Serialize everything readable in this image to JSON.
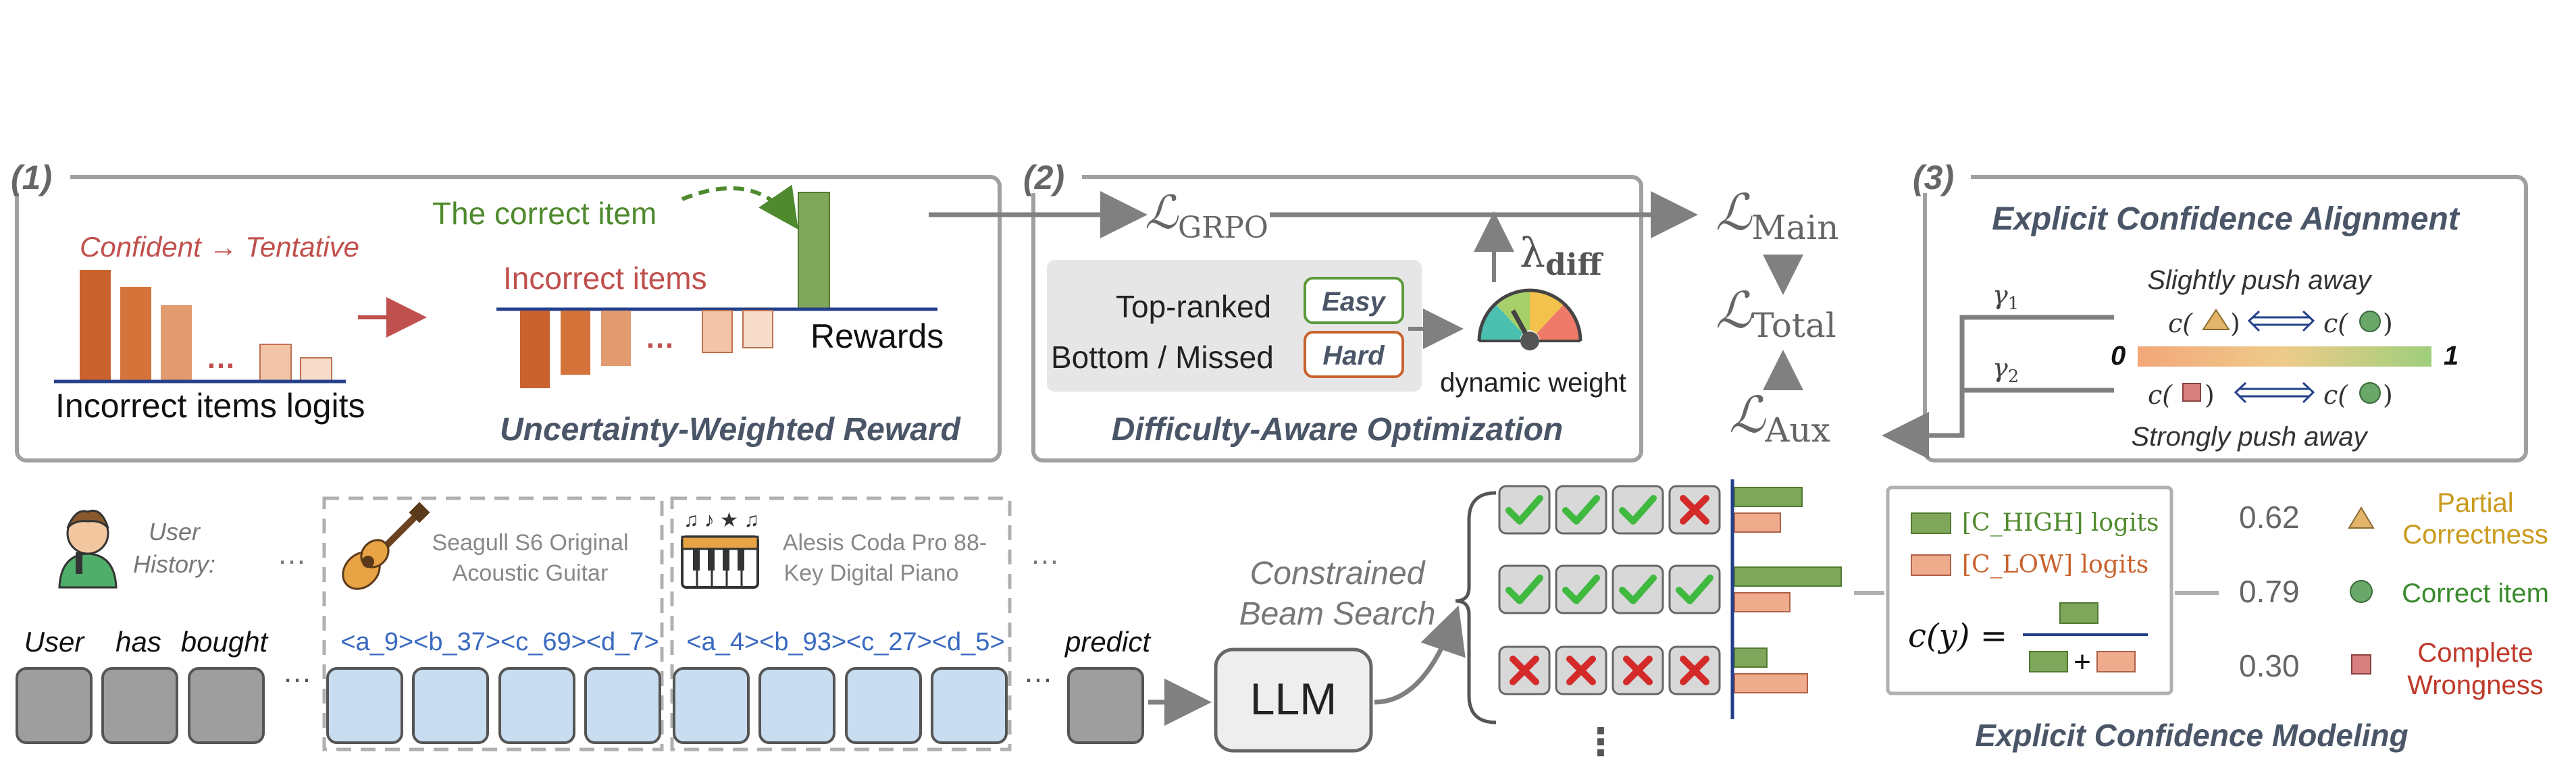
{
  "panel1": {
    "index": "(1)",
    "confident_label": "Confident → Tentative",
    "correct_item_label": "The correct item",
    "incorrect_items_label": "Incorrect items",
    "logits_caption": "Incorrect items logits",
    "rewards_label": "Rewards",
    "ellipsis": "…",
    "title": "Uncertainty-Weighted Reward"
  },
  "panel2": {
    "index": "(2)",
    "loss_grpo_script": "ℒ",
    "loss_grpo_sub": "GRPO",
    "top_ranked": "Top-ranked",
    "bottom_missed": "Bottom / Missed",
    "easy": "Easy",
    "hard": "Hard",
    "lambda": "λ",
    "lambda_sub": "diff",
    "dynamic_weight": "dynamic weight",
    "title": "Difficulty-Aware Optimization"
  },
  "losses": {
    "script": "ℒ",
    "main": "Main",
    "total": "Total",
    "aux": "Aux"
  },
  "panel3": {
    "index": "(3)",
    "title": "Explicit Confidence Alignment",
    "slightly": "Slightly push away",
    "strongly": "Strongly push away",
    "gamma1": "γ",
    "gamma1_sub": "1",
    "gamma2": "γ",
    "gamma2_sub": "2",
    "c_prefix": "c(",
    "c_suffix": ")",
    "scale_min": "0",
    "scale_max": "1"
  },
  "history": {
    "user_history_line1": "User",
    "user_history_line2": "History:",
    "dots": "…",
    "item1_line1": "Seagull S6 Original",
    "item1_line2": "Acoustic Guitar",
    "item2_line1": "Alesis Coda Pro 88-",
    "item2_line2": "Key Digital Piano",
    "tokens": [
      "User",
      "has",
      "bought"
    ],
    "codes1": "<a_9><b_37><c_69><d_7>",
    "codes2": "<a_4><b_93><c_27><d_5>",
    "predict": "predict"
  },
  "search": {
    "llm": "LLM",
    "constrained_line1": "Constrained",
    "constrained_line2": "Beam Search",
    "vdots": "⋮"
  },
  "confidence_model": {
    "high_logits": "[C_HIGH] logits",
    "low_logits": "[C_LOW] logits",
    "formula_lhs": "c(y) =",
    "plus": "+",
    "title": "Explicit Confidence Modeling"
  },
  "outcomes": [
    {
      "value": "0.62",
      "line1": "Partial",
      "line2": "Correctness",
      "color": "#c99a1c"
    },
    {
      "value": "0.79",
      "line1": "Correct item",
      "line2": "",
      "color": "#3a8a2e"
    },
    {
      "value": "0.30",
      "line1": "Complete",
      "line2": "Wrongness",
      "color": "#c0392b"
    }
  ],
  "colors": {
    "panel_border": "#a0a0a0",
    "orange_bar": "#d4743a",
    "green_bar": "#7fa65a",
    "blue_token": "#c9ddf1",
    "grey_token": "#9e9e9e",
    "title_text": "#4a5668",
    "red_text": "#c0504d",
    "green_text": "#4f8a2e"
  }
}
